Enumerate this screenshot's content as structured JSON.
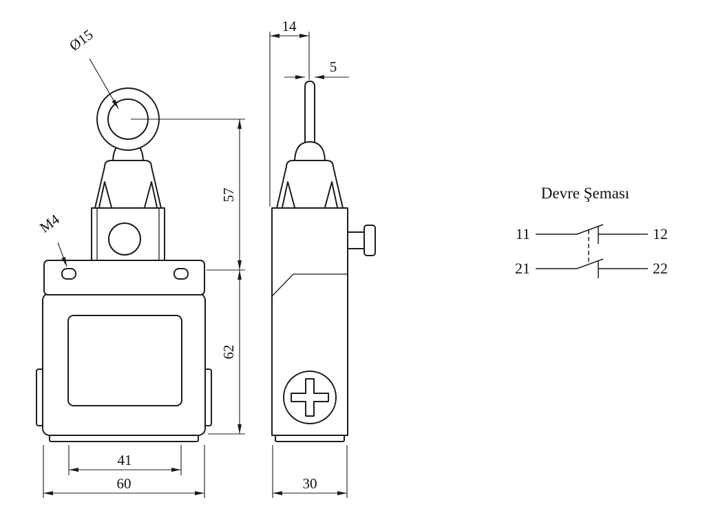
{
  "colors": {
    "ink": "#1c1c1c",
    "background": "#ffffff"
  },
  "front_view": {
    "labels": {
      "ring_diameter": "Ø15",
      "mounting_thread": "M4"
    },
    "dimensions": {
      "upper_height": "57",
      "body_height": "62",
      "hole_spacing": "41",
      "body_width": "60"
    }
  },
  "side_view": {
    "dimensions": {
      "head_offset": "14",
      "lever_thickness": "5",
      "body_depth": "30"
    }
  },
  "circuit_diagram": {
    "title": "Devre Şeması",
    "terminals": {
      "top_left": "11",
      "top_right": "12",
      "bottom_left": "21",
      "bottom_right": "22"
    }
  }
}
